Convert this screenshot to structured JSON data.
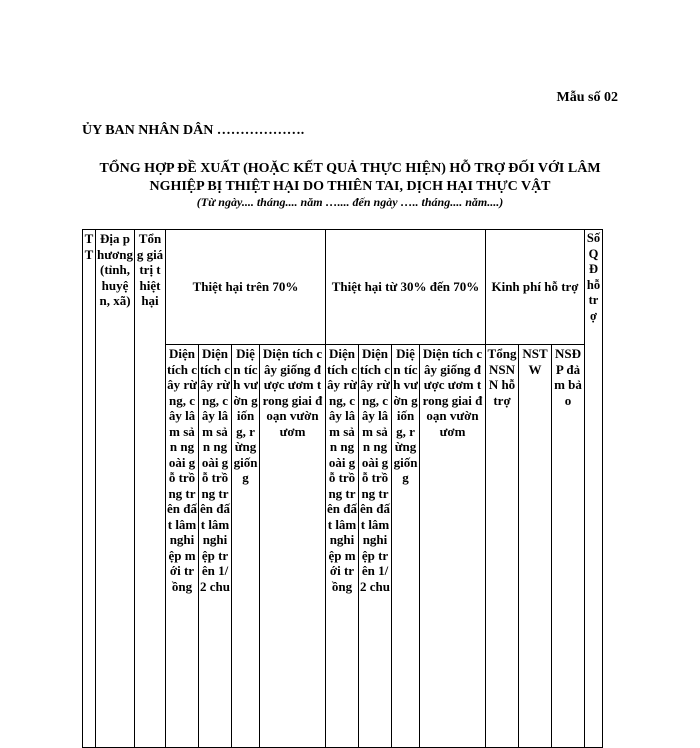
{
  "header": {
    "form_number": "Mẫu số 02",
    "agency": "ỦY BAN NHÂN DÂN ……………….",
    "title_line1": "TỔNG HỢP ĐỀ XUẤT (HOẶC KẾT QUẢ THỰC HIỆN) HỖ TRỢ ĐỐI VỚI LÂM",
    "title_line2": "NGHIỆP BỊ THIỆT HẠI DO THIÊN TAI, DỊCH HẠI THỰC VẬT",
    "date_range": "(Từ ngày.... tháng.... năm ….... đến ngày ….. tháng.... năm....)"
  },
  "table": {
    "col_tt": "TT",
    "col_locality": "Địa phương (tỉnh, huyện, xã)",
    "col_total_value": "Tổng giá trị thiệt hại",
    "group_over70": "Thiệt hại trên 70%",
    "group_30_70": "Thiệt hại từ 30% đến 70%",
    "group_funding": "Kinh phí hỗ trợ",
    "col_decision": "Số QĐ hỗ trợ",
    "over70": {
      "forest_new": "Diện tích cây rừng, cây lâm sản ngoài gỗ trồng trên đất lâm nghiệp mới trồng",
      "forest_half": "Diện tích cây rừng, cây lâm sản ngoài gỗ trồng trên đất lâm nghiệp trên 1/2 chu",
      "nursery": "Diện tích vườn giống, rừng giống",
      "seedling": "Diện tích cây giống được ươm trong giai đoạn vườn ươm"
    },
    "range30_70": {
      "forest_new": "Diện tích cây rừng, cây lâm sản ngoài gỗ trồng trên đất lâm nghiệp mới trồng",
      "forest_half": "Diện tích cây rừng, cây lâm sản ngoài gỗ trồng trên đất lâm nghiệp trên 1/2 chu",
      "nursery": "Diện tích vườn giống, rừng giống",
      "seedling": "Diện tích cây giống được ươm trong giai đoạn vườn ươm"
    },
    "funding": {
      "total": "Tổng NSNN hỗ trợ",
      "central": "NSTW",
      "local": "NSĐP đảm bảo"
    }
  }
}
